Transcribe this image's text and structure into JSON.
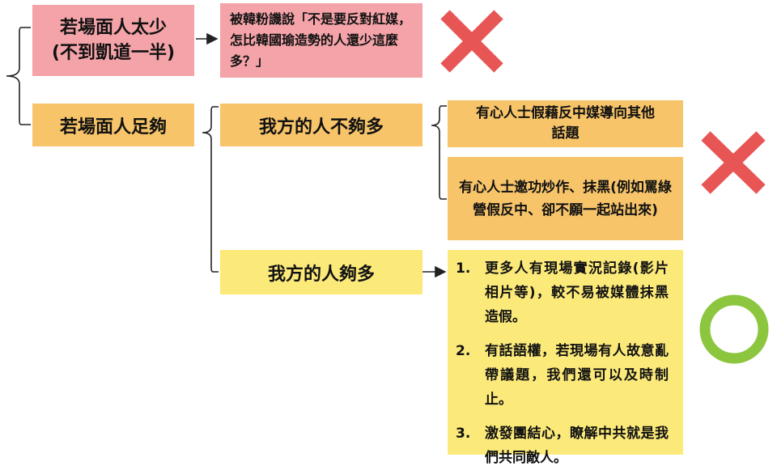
{
  "root_branches": {
    "few": {
      "line1": "若場面人太少",
      "line2": "(不到凱道一半)"
    },
    "enough": "若場面人足夠"
  },
  "few_outcome": "被韓粉譏說「不是要反對紅媒，怎比韓國瑜造勢的人還少這麼多？」",
  "enough_branches": {
    "not_enough": "我方的人不夠多",
    "enough_ours": "我方的人夠多"
  },
  "risks": [
    "有心人士假藉反中媒導向其他話題",
    "有心人士邀功炒作、抹黑(例如罵綠營假反中、卻不願一起站出來)"
  ],
  "benefits": [
    {
      "num": "1.",
      "text": "更多人有現場實況記錄(影片相片等)，較不易被媒體抹黑造假。"
    },
    {
      "num": "2.",
      "text": "有話語權，若現場有人故意亂帶議題，我們還可以及時制止。"
    },
    {
      "num": "3.",
      "text": "激發團結心，瞭解中共就是我們共同敵人。"
    }
  ],
  "verdicts": {
    "few": "cross-mark-icon",
    "not_enough": "cross-mark-icon",
    "enough": "circle-mark-icon"
  },
  "colors": {
    "pink": "#f4a3a8",
    "orange": "#f7c46a",
    "yellow": "#fbe97a",
    "cross": "#e85555",
    "circle": "#8cc63f"
  }
}
